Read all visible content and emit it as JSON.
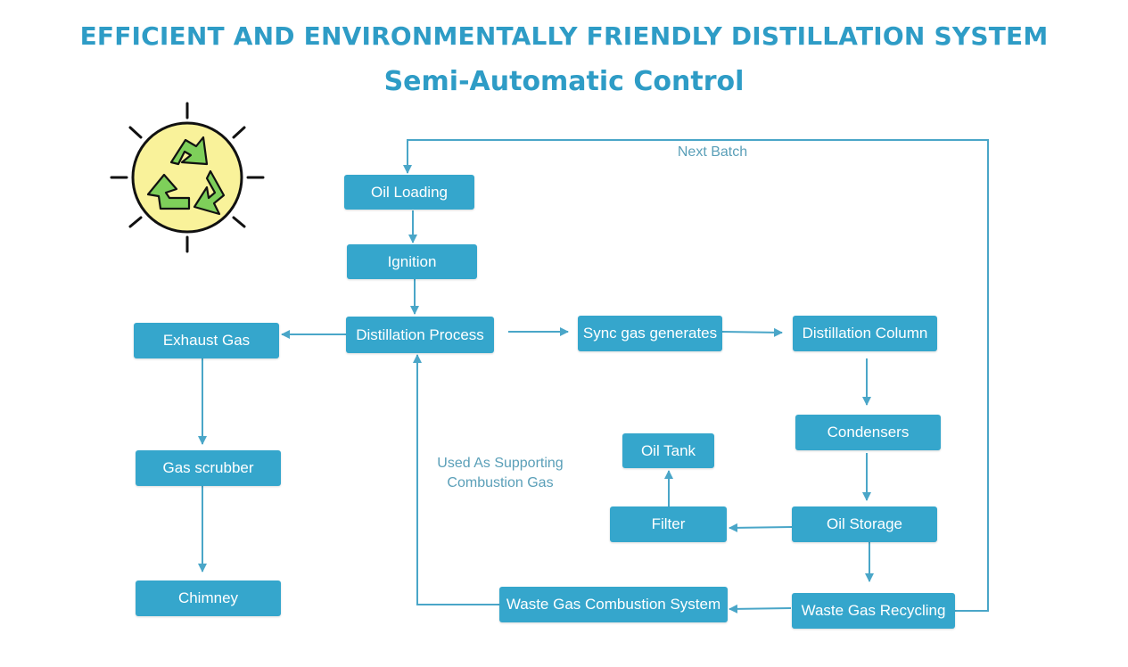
{
  "title": "EFFICIENT AND ENVIRONMENTALLY FRIENDLY DISTILLATION SYSTEM",
  "subtitle": "Semi-Automatic Control",
  "icon": "recycle-sun-icon",
  "colors": {
    "title": "#2e9cc6",
    "box": "#35a6cc",
    "arrow": "#4aa6c8",
    "label": "#5a9fb8"
  },
  "nodes": {
    "oil_loading": "Oil Loading",
    "ignition": "Ignition",
    "distillation_process": "Distillation Process",
    "exhaust_gas": "Exhaust Gas",
    "gas_scrubber": "Gas scrubber",
    "chimney": "Chimney",
    "sync_gas": "Sync gas generates",
    "distillation_column": "Distillation Column",
    "condensers": "Condensers",
    "oil_storage": "Oil Storage",
    "filter": "Filter",
    "oil_tank": "Oil Tank",
    "waste_gas_recycling": "Waste Gas Recycling",
    "waste_gas_combustion": "Waste Gas Combustion System"
  },
  "labels": {
    "next_batch": "Next Batch",
    "supporting_line1": "Used As Supporting",
    "supporting_line2": "Combustion Gas"
  }
}
